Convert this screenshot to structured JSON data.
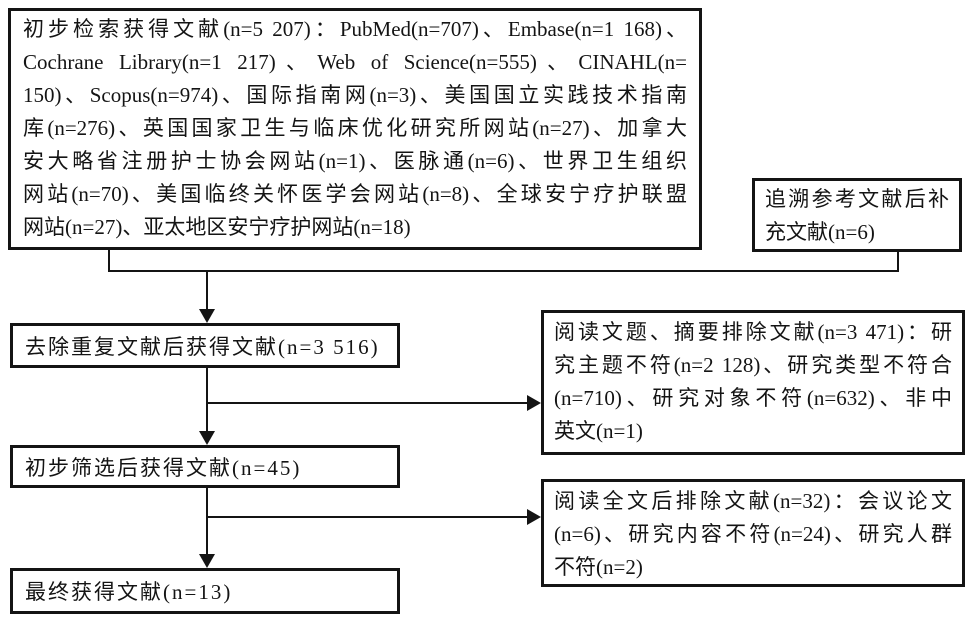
{
  "colors": {
    "ink": "#141414",
    "background": "#ffffff"
  },
  "boxes": {
    "initial_search": {
      "lines": [
        "初步检索获得文献(n=5 207)：PubMed(n=707)、Embase(n=1 168)、",
        "Cochrane Library(n=1 217)、Web of Science(n=555)、CINAHL(n=",
        "150)、Scopus(n=974)、国际指南网(n=3)、美国国立实践技术指南",
        "库(n=276)、英国国家卫生与临床优化研究所网站(n=27)、加拿大",
        "安大略省注册护士协会网站(n=1)、医脉通(n=6)、世界卫生组织",
        "网站(n=70)、美国临终关怀医学会网站(n=8)、全球安宁疗护联盟",
        "网站(n=27)、亚太地区安宁疗护网站(n=18)"
      ]
    },
    "supplement": {
      "lines": [
        "追溯参考文献后补",
        "充文献(n=6)"
      ]
    },
    "dedup": {
      "label": "去除重复文献后获得文献(n=3 516)"
    },
    "title_abstract_exclusion": {
      "lines": [
        "阅读文题、摘要排除文献(n=3 471)：研",
        "究主题不符(n=2 128)、研究类型不符合",
        "(n=710)、研究对象不符(n=632)、非中",
        "英文(n=1)"
      ]
    },
    "preliminary_screen": {
      "label": "初步筛选后获得文献(n=45)"
    },
    "fulltext_exclusion": {
      "lines": [
        "阅读全文后排除文献(n=32)：会议论文",
        "(n=6)、研究内容不符(n=24)、研究人群",
        "不符(n=2)"
      ]
    },
    "final_included": {
      "label": "最终获得文献(n=13)"
    }
  }
}
